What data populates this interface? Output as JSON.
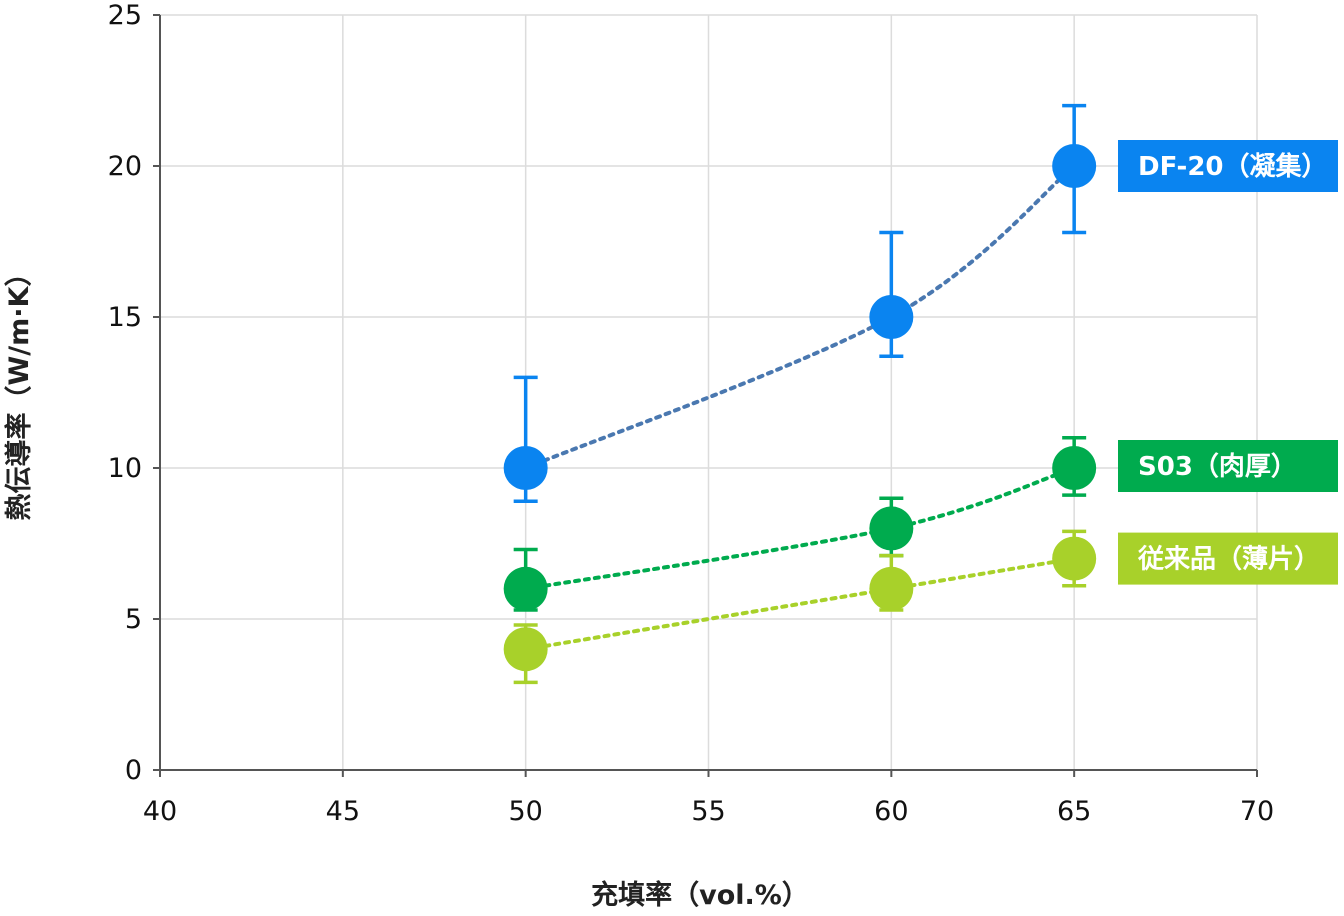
{
  "chart_data": {
    "type": "scatter",
    "title": "",
    "xlabel": "充填率（vol.%）",
    "ylabel": "熱伝導率（W/m·K）",
    "xlim": [
      40,
      70
    ],
    "ylim": [
      0,
      25
    ],
    "xticks": [
      40,
      45,
      50,
      55,
      60,
      65,
      70
    ],
    "yticks": [
      0,
      5,
      10,
      15,
      20,
      25
    ],
    "grid": true,
    "legend_placement": "right, inline labels next to last points",
    "series": [
      {
        "name": "DF-20（凝集）",
        "color": "#0a84f0",
        "line_color": "#4a78b0",
        "x": [
          50,
          60,
          65
        ],
        "y": [
          10,
          15,
          20
        ],
        "err_low": [
          8.9,
          13.7,
          17.8
        ],
        "err_high": [
          13,
          17.8,
          22
        ]
      },
      {
        "name": "S03（肉厚）",
        "color": "#00ab4e",
        "line_color": "#00ab4e",
        "x": [
          50,
          60,
          65
        ],
        "y": [
          6,
          8,
          10
        ],
        "err_low": [
          5.3,
          7.1,
          9.1
        ],
        "err_high": [
          7.3,
          9,
          11
        ]
      },
      {
        "name": "従来品（薄片）",
        "color": "#a8d12a",
        "line_color": "#a8d12a",
        "x": [
          50,
          60,
          65
        ],
        "y": [
          4,
          6,
          7
        ],
        "err_low": [
          2.9,
          5.3,
          6.1
        ],
        "err_high": [
          4.8,
          7.1,
          7.9
        ]
      }
    ]
  }
}
